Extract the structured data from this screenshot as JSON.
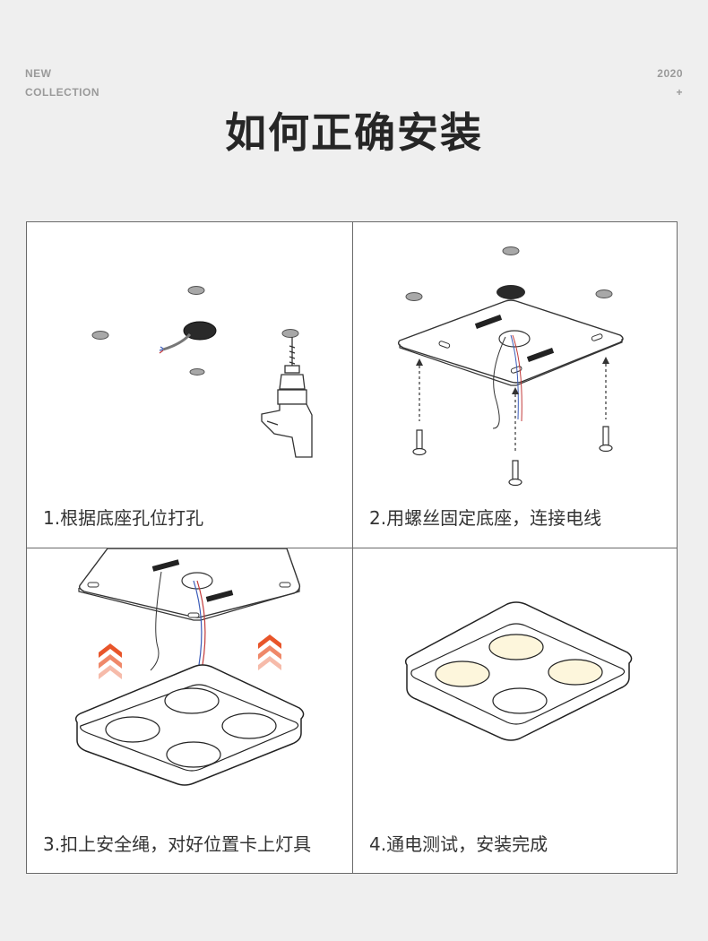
{
  "header": {
    "left_line1": "NEW",
    "left_line2": "COLLECTION",
    "right_line1": "2020",
    "right_line2": "+",
    "title": "如何正确安装"
  },
  "steps": [
    {
      "caption": "1.根据底座孔位打孔"
    },
    {
      "caption": "2.用螺丝固定底座，连接电线"
    },
    {
      "caption": "3.扣上安全绳，对好位置卡上灯具"
    },
    {
      "caption": "4.通电测试，安装完成"
    }
  ],
  "colors": {
    "background": "#efefef",
    "panel": "#ffffff",
    "border": "#6a6a6a",
    "text": "#333333",
    "arrow_accent": "#e8552a"
  }
}
